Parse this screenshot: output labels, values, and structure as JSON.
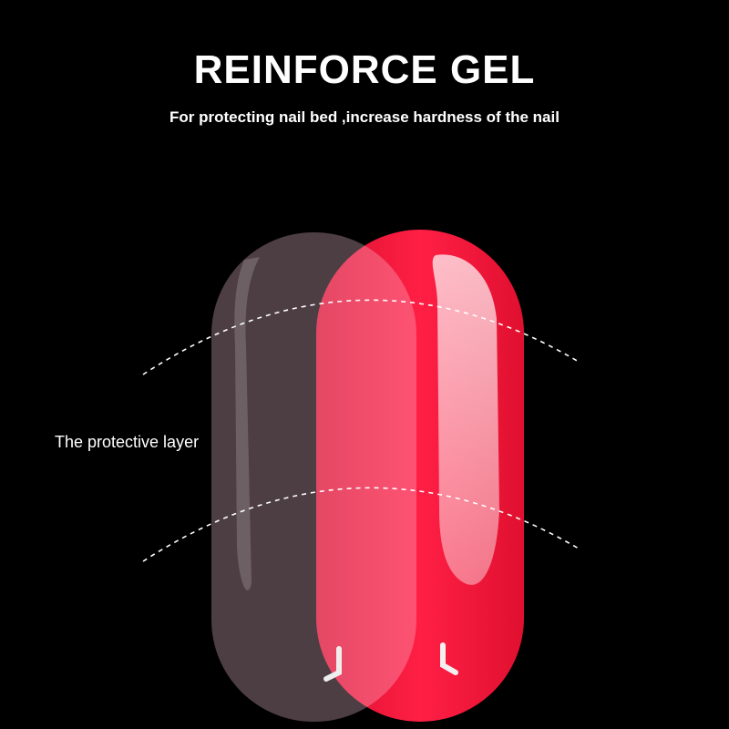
{
  "header": {
    "title": "REINFORCE GEL",
    "subtitle": "For protecting nail bed ,increase hardness of the nail"
  },
  "illustration": {
    "label": "The protective layer",
    "nails": [
      {
        "name": "clear-gel-nail",
        "color": "#4a2f33"
      },
      {
        "name": "red-nail",
        "color": "#ff1b3d"
      }
    ],
    "background": "#000000"
  }
}
